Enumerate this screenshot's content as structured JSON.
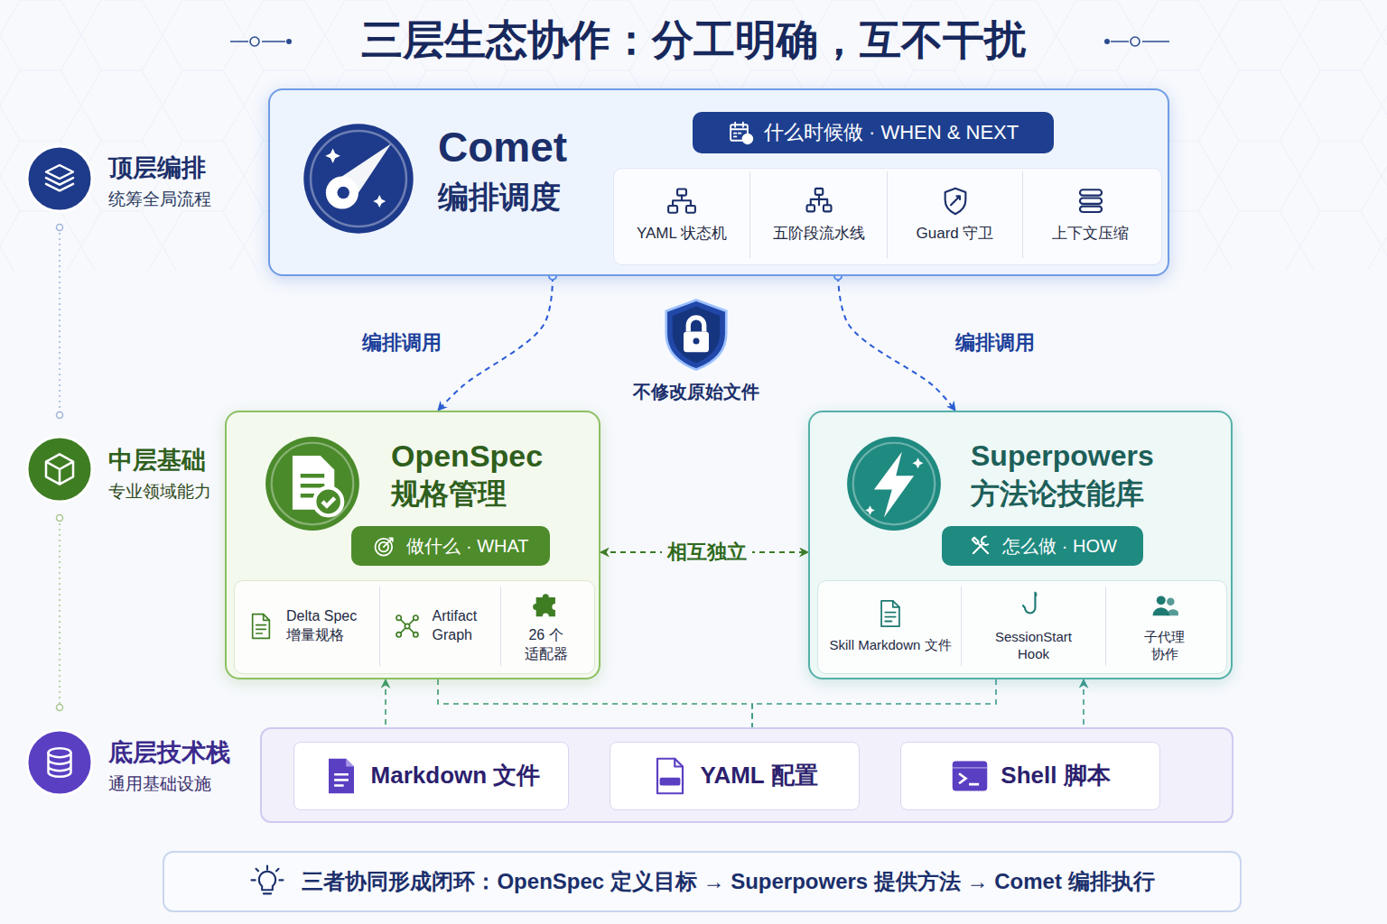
{
  "diagram": {
    "title": "三层生态协作：分工明确，互不干扰",
    "caption": "三者协同形成闭环：OpenSpec 定义目标 → Superpowers 提供方法 → Comet 编排执行",
    "nodes": [
      {
        "text": [
          "Comet",
          "编排调度"
        ]
      },
      {
        "text": [
          "什么时候做 · WHEN & NEXT"
        ],
        "in": 0
      },
      {
        "text": [
          "YAML 状态机"
        ],
        "in": 0
      },
      {
        "text": [
          "五阶段流水线"
        ],
        "in": 0
      },
      {
        "text": [
          "Guard 守卫"
        ],
        "in": 0
      },
      {
        "text": [
          "上下文压缩"
        ],
        "in": 0
      },
      {
        "text": [
          "不修改原始文件"
        ]
      },
      {
        "text": [
          "OpenSpec",
          "规格管理"
        ]
      },
      {
        "text": [
          "做什么 · WHAT"
        ],
        "in": 7
      },
      {
        "text": [
          "Delta Spec 增量规格"
        ],
        "in": 7
      },
      {
        "text": [
          "Artifact Graph"
        ],
        "in": 7
      },
      {
        "text": [
          "26 个 适配器"
        ],
        "in": 7
      },
      {
        "text": [
          "Superpowers",
          "方法论技能库"
        ]
      },
      {
        "text": [
          "怎么做 · HOW"
        ],
        "in": 12
      },
      {
        "text": [
          "Skill Markdown 文件"
        ],
        "in": 12
      },
      {
        "text": [
          "SessionStart Hook"
        ],
        "in": 12
      },
      {
        "text": [
          "子代理 协作"
        ],
        "in": 12
      },
      {
        "text": [
          "Markdown 文件"
        ]
      },
      {
        "text": [
          "YAML 配置"
        ]
      },
      {
        "text": [
          "Shell 脚本"
        ]
      }
    ],
    "edges": [
      {
        "from": 0,
        "to": 7,
        "label": "编排调用",
        "arrow": "to"
      },
      {
        "from": 0,
        "to": 12,
        "label": "编排调用",
        "arrow": "to"
      },
      {
        "from": 7,
        "to": 12,
        "label": "相互独立",
        "arrow": "both"
      },
      {
        "from": 7,
        "to": 17,
        "arrow": "both"
      },
      {
        "from": 12,
        "to": 19,
        "arrow": "both"
      },
      {
        "from": 7,
        "to": 18,
        "arrow": "to"
      },
      {
        "from": 12,
        "to": 18,
        "arrow": "to"
      }
    ],
    "labels": [
      "顶层编排",
      "统筹全局流程",
      "中层基础",
      "专业领域能力",
      "底层技术栈",
      "通用基础设施"
    ]
  }
}
